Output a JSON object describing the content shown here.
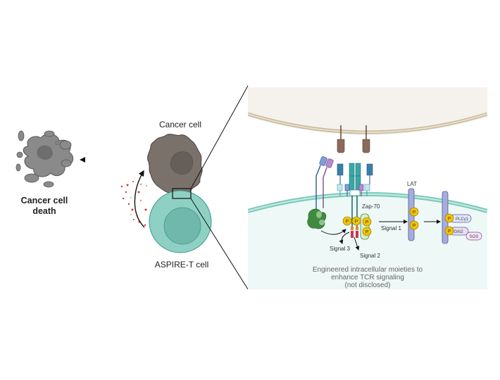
{
  "labels": {
    "death_line1": "Cancer cell",
    "death_line2": "death",
    "cancer_cell": "Cancer cell",
    "tcell": "ASPIRE-T cell",
    "zap70": "Zap-70",
    "lat": "LAT",
    "signal1": "Signal 1",
    "signal2": "Signal 2",
    "signal3": "Signal 3",
    "plcy1": "PLCγ1",
    "grb2": "Grb2",
    "sos": "SOS",
    "phospho": "P",
    "caption_line1": "Engineered intracellular moieties to",
    "caption_line2": "enhance TCR signaling",
    "caption_line3": "(not disclosed)"
  },
  "colors": {
    "dead_cell": "#8a8a8a",
    "cancer_cell": "#7a716b",
    "tcell": "#8fd0c4",
    "tcell_nucleus": "#6fb8ab",
    "cytokine": "#d6363f",
    "phospho": "#f2c300",
    "panel_top": "#f5f2ee",
    "panel_bottom": "#eef8f6"
  }
}
